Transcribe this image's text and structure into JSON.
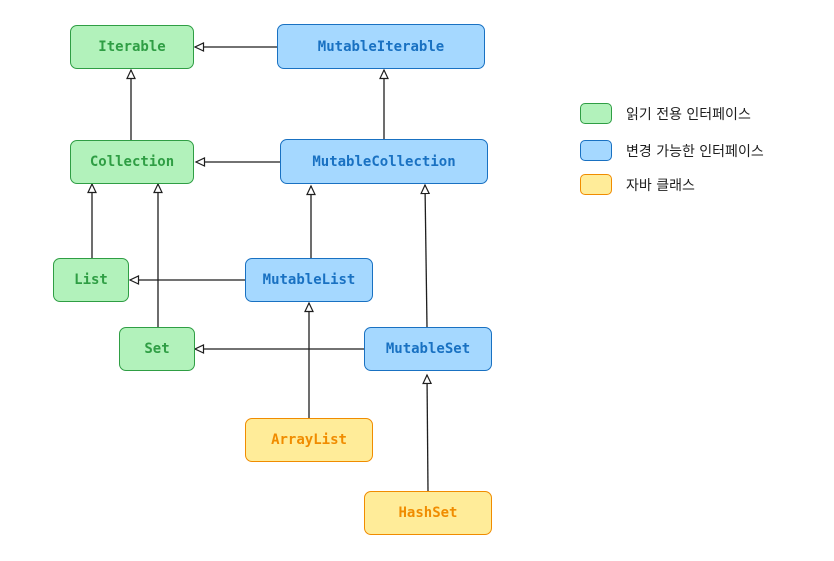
{
  "nodes": {
    "iterable": {
      "label": "Iterable",
      "kind": "read"
    },
    "mutable_iterable": {
      "label": "MutableIterable",
      "kind": "mutable"
    },
    "collection": {
      "label": "Collection",
      "kind": "read"
    },
    "mutable_collection": {
      "label": "MutableCollection",
      "kind": "mutable"
    },
    "list": {
      "label": "List",
      "kind": "read"
    },
    "mutable_list": {
      "label": "MutableList",
      "kind": "mutable"
    },
    "set": {
      "label": "Set",
      "kind": "read"
    },
    "mutable_set": {
      "label": "MutableSet",
      "kind": "mutable"
    },
    "arraylist": {
      "label": "ArrayList",
      "kind": "java"
    },
    "hashset": {
      "label": "HashSet",
      "kind": "java"
    }
  },
  "edges": [
    {
      "from": "mutable_iterable",
      "to": "iterable"
    },
    {
      "from": "collection",
      "to": "iterable"
    },
    {
      "from": "mutable_collection",
      "to": "mutable_iterable"
    },
    {
      "from": "mutable_collection",
      "to": "collection"
    },
    {
      "from": "list",
      "to": "collection"
    },
    {
      "from": "set",
      "to": "collection"
    },
    {
      "from": "mutable_list",
      "to": "mutable_collection"
    },
    {
      "from": "mutable_list",
      "to": "list"
    },
    {
      "from": "mutable_set",
      "to": "mutable_collection"
    },
    {
      "from": "mutable_set",
      "to": "set"
    },
    {
      "from": "arraylist",
      "to": "mutable_list"
    },
    {
      "from": "hashset",
      "to": "mutable_set"
    }
  ],
  "legend": {
    "read": "읽기 전용 인터페이스",
    "mutable": "변경 가능한 인터페이스",
    "java": "자바 클래스"
  },
  "colors": {
    "read_fill": "#b2f2bb",
    "read_stroke": "#2f9e44",
    "mutable_fill": "#a5d8ff",
    "mutable_stroke": "#1971c2",
    "java_fill": "#ffec99",
    "java_stroke": "#f08c00",
    "edge": "#1e1e1e"
  }
}
